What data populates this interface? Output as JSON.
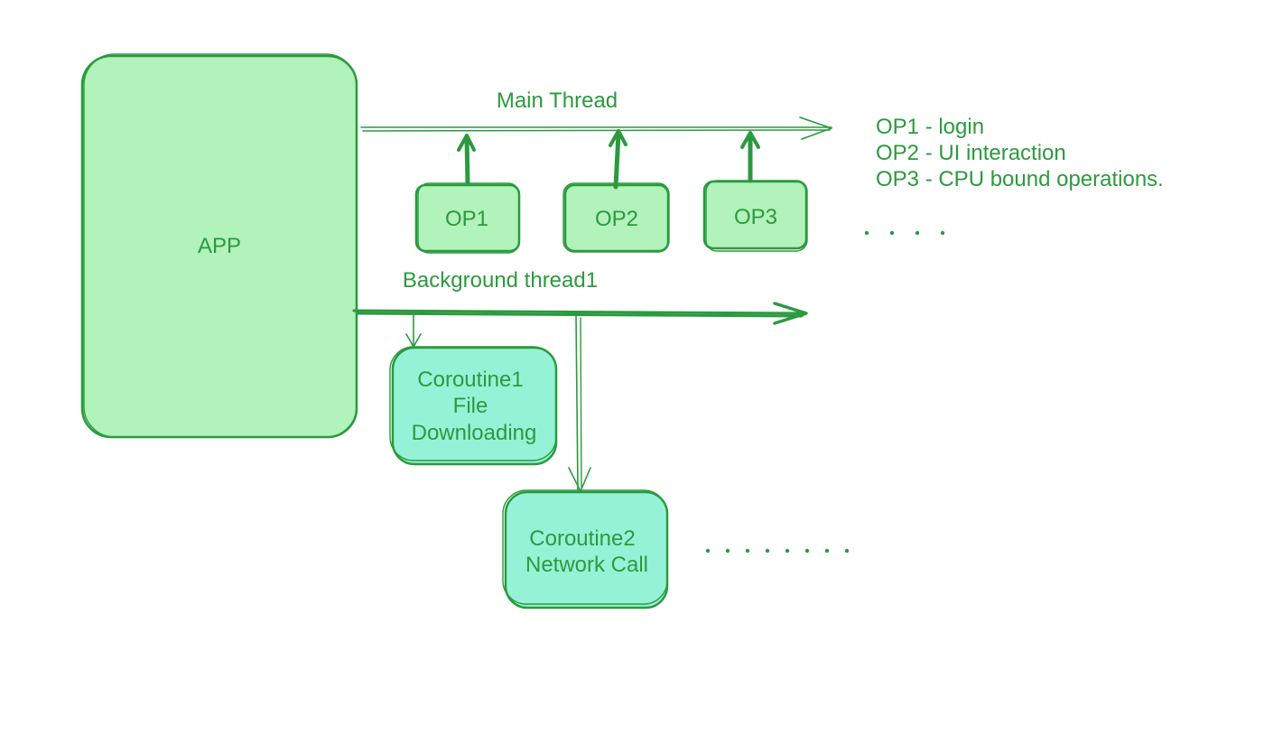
{
  "nodes": {
    "app": "APP",
    "op1": "OP1",
    "op2": "OP2",
    "op3": "OP3",
    "coroutine1": [
      "Coroutine1",
      "File",
      "Downloading"
    ],
    "coroutine2": [
      "Coroutine2",
      "Network Call"
    ]
  },
  "threads": {
    "main": "Main Thread",
    "background": "Background thread1"
  },
  "legend": [
    "OP1 - login",
    "OP2 - UI interaction",
    "OP3 - CPU bound operations."
  ],
  "colors": {
    "stroke": "#2b9a3f",
    "text": "#2c9a3e",
    "box_fill": "#b2f2bb",
    "coroutine_fill": "#96f2d7"
  }
}
